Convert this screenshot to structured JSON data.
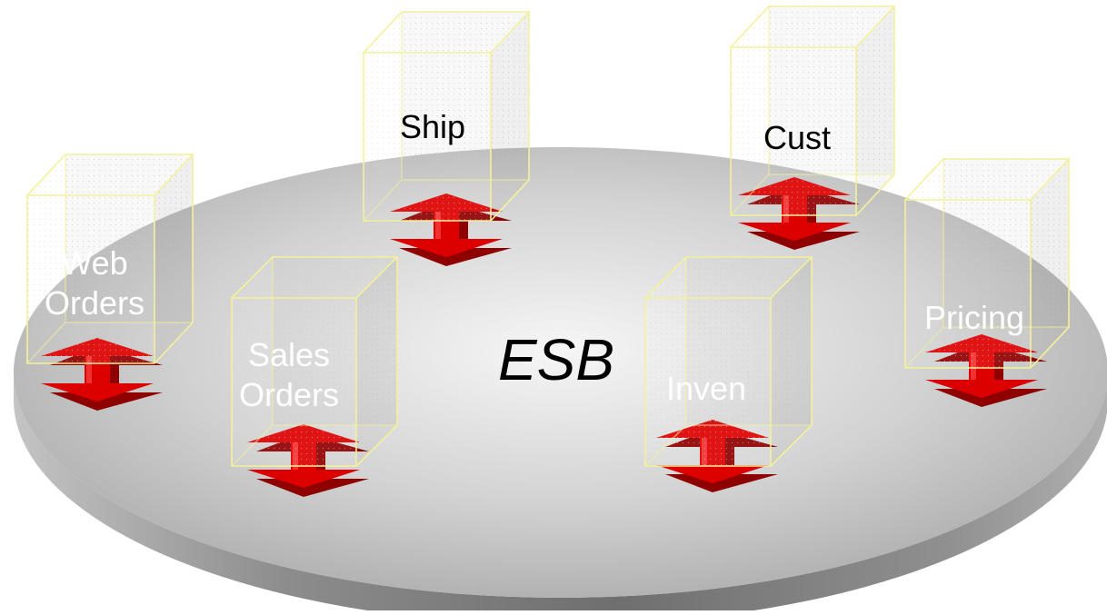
{
  "hub": {
    "label": "ESB"
  },
  "services": [
    {
      "id": "ship",
      "label": [
        "Ship"
      ]
    },
    {
      "id": "cust",
      "label": [
        "Cust"
      ]
    },
    {
      "id": "web-orders",
      "label": [
        "Web",
        "Orders"
      ]
    },
    {
      "id": "sales-orders",
      "label": [
        "Sales",
        "Orders"
      ]
    },
    {
      "id": "inven",
      "label": [
        "Inven"
      ]
    },
    {
      "id": "pricing",
      "label": [
        "Pricing"
      ]
    }
  ],
  "colors": {
    "disk_top_light": "#f4f4f4",
    "disk_top_dark": "#a9a9a9",
    "disk_side_light": "#9e9e9e",
    "disk_side_dark": "#6e6e6e",
    "arrow_red": "#dd0000",
    "arrow_dark": "#8f0000",
    "box_edge": "#f4f19a"
  },
  "icons": {
    "connector": "red-up-down-arrow-icon",
    "container": "wireframe-cube-icon",
    "hub": "disk-platform-icon"
  }
}
